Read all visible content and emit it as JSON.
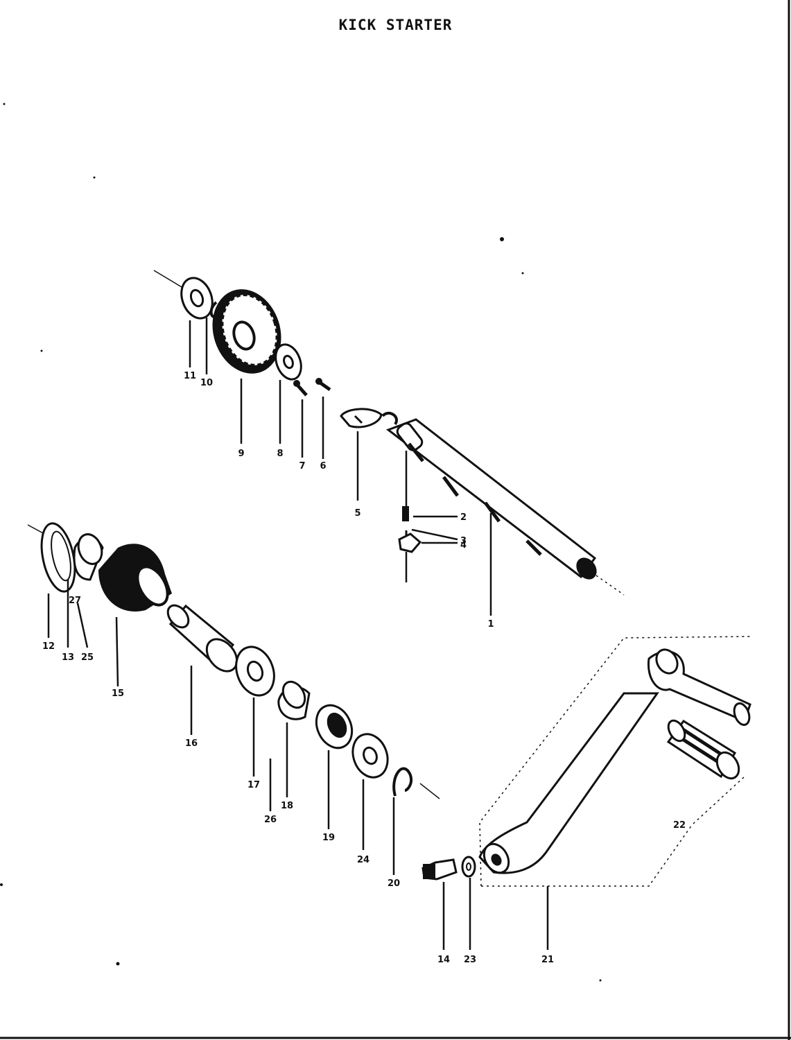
{
  "title": "KICK STARTER",
  "callouts": [
    {
      "id": "c1",
      "text": "1"
    },
    {
      "id": "c2",
      "text": "2"
    },
    {
      "id": "c3",
      "text": "3"
    },
    {
      "id": "c4",
      "text": "4"
    },
    {
      "id": "c5",
      "text": "5"
    },
    {
      "id": "c6",
      "text": "6"
    },
    {
      "id": "c7",
      "text": "7"
    },
    {
      "id": "c8",
      "text": "8"
    },
    {
      "id": "c9",
      "text": "9"
    },
    {
      "id": "c10",
      "text": "10"
    },
    {
      "id": "c11",
      "text": "11"
    },
    {
      "id": "c12",
      "text": "12"
    },
    {
      "id": "c13",
      "text": "13"
    },
    {
      "id": "c14",
      "text": "14"
    },
    {
      "id": "c15",
      "text": "15"
    },
    {
      "id": "c16",
      "text": "16"
    },
    {
      "id": "c17",
      "text": "17"
    },
    {
      "id": "c18",
      "text": "18"
    },
    {
      "id": "c19",
      "text": "19"
    },
    {
      "id": "c20",
      "text": "20"
    },
    {
      "id": "c21",
      "text": "21"
    },
    {
      "id": "c22",
      "text": "22"
    },
    {
      "id": "c23",
      "text": "23"
    },
    {
      "id": "c24",
      "text": "24"
    },
    {
      "id": "c25",
      "text": "25"
    },
    {
      "id": "c26",
      "text": "26"
    },
    {
      "id": "c27",
      "text": "27"
    }
  ]
}
